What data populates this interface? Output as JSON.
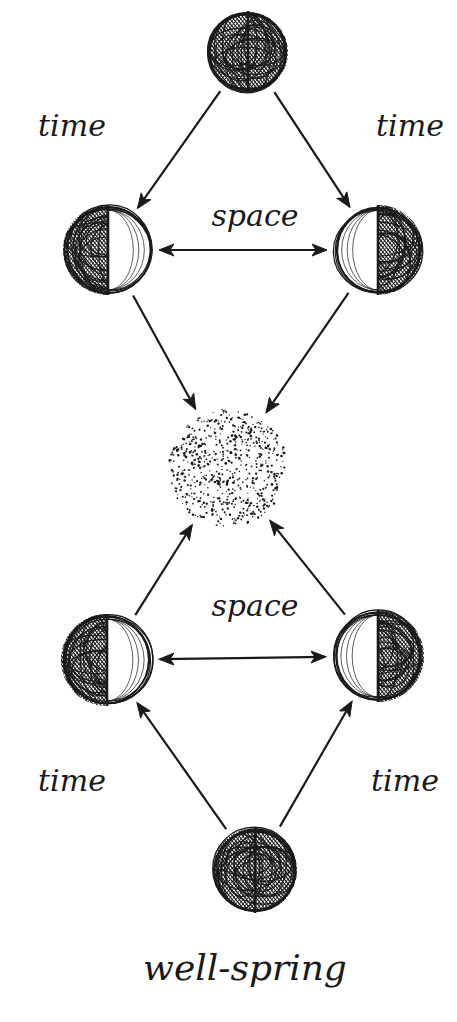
{
  "diagram": {
    "caption": "well-spring",
    "nodes": [
      {
        "text": []
      },
      {
        "text": []
      },
      {
        "text": []
      },
      {
        "text": []
      },
      {
        "text": []
      },
      {
        "text": []
      },
      {
        "text": []
      }
    ],
    "edges": [
      {
        "from": 0,
        "to": 1,
        "label": "time",
        "arrow": "to"
      },
      {
        "from": 0,
        "to": 2,
        "label": "time",
        "arrow": "to"
      },
      {
        "from": 1,
        "to": 2,
        "label": "space",
        "arrow": "both"
      },
      {
        "from": 1,
        "to": 3,
        "arrow": "to"
      },
      {
        "from": 2,
        "to": 3,
        "arrow": "to"
      },
      {
        "from": 4,
        "to": 3,
        "arrow": "to"
      },
      {
        "from": 5,
        "to": 3,
        "arrow": "to"
      },
      {
        "from": 4,
        "to": 5,
        "label": "space",
        "arrow": "both"
      },
      {
        "from": 6,
        "to": 4,
        "label": "time",
        "arrow": "to"
      },
      {
        "from": 6,
        "to": 5,
        "label": "time",
        "arrow": "to"
      }
    ]
  }
}
